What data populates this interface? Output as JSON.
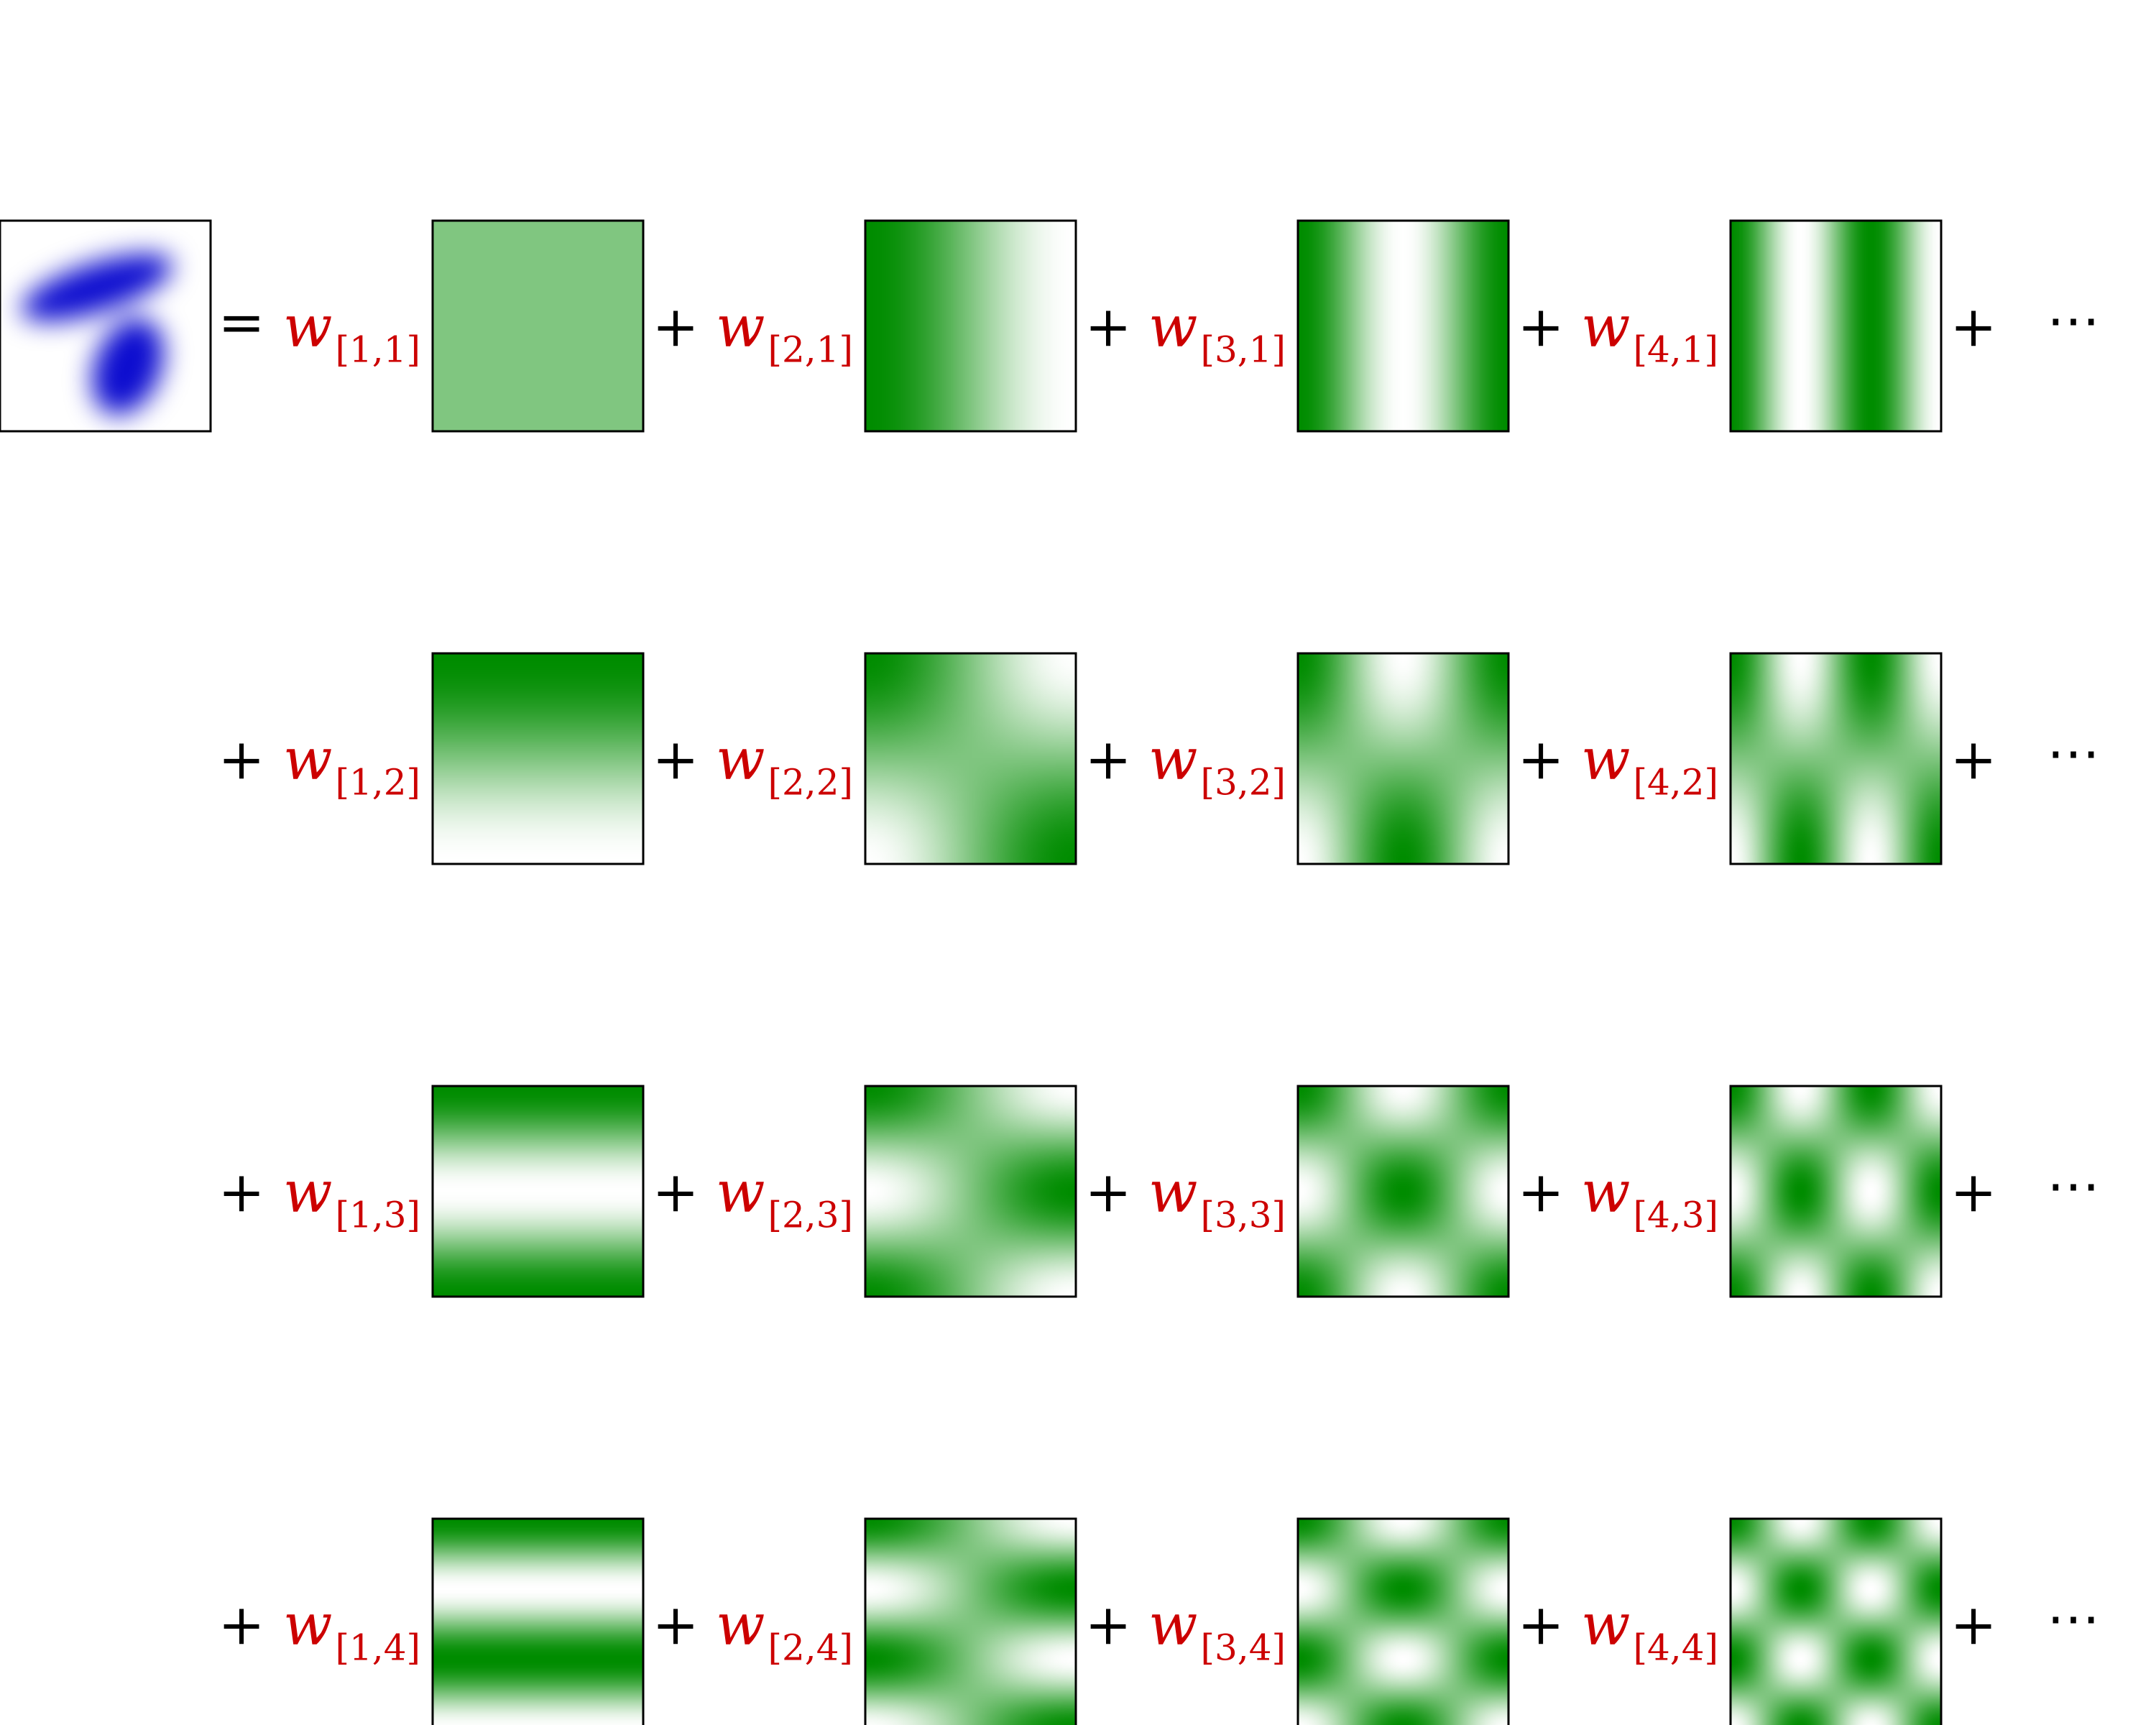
{
  "colors": {
    "basis": "#008c00",
    "target": "#0000cc",
    "weight": "#cc0000",
    "frame": "#000000"
  },
  "symbols": {
    "equals": "=",
    "plus": "+",
    "ellipsis": "⋯"
  },
  "weight_symbol": "w",
  "rows": [
    {
      "weights": [
        "[1,1]",
        "[2,1]",
        "[3,1]",
        "[4,1]"
      ]
    },
    {
      "weights": [
        "[1,2]",
        "[2,2]",
        "[3,2]",
        "[4,2]"
      ]
    },
    {
      "weights": [
        "[1,3]",
        "[2,3]",
        "[3,3]",
        "[4,3]"
      ]
    },
    {
      "weights": [
        "[1,4]",
        "[2,4]",
        "[3,4]",
        "[4,4]"
      ]
    }
  ]
}
